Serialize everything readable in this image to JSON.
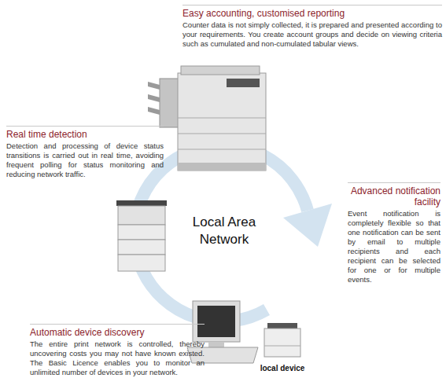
{
  "diagram": {
    "nodes": [
      {
        "text": [
          "Easy accounting, customised reporting",
          "Counter data is not simply collected, it is prepared and presented according to your requirements. You create account groups and decide on viewing criteria such as cumulated and non-cumulated tabular views."
        ]
      },
      {
        "text": [
          "Real time detection",
          "Detection and processing of device status transitions is carried out in real time, avoiding frequent polling for status monitoring and reducing network traffic."
        ]
      },
      {
        "text": [
          "Advanced notification facility",
          "Event notification is completely flexible so that one notification can be sent by email to multiple recipients and each recipient can be selected for one or for multiple events."
        ]
      },
      {
        "text": [
          "Automatic device discovery",
          "The entire print network is controlled, thereby uncovering costs you may not have known existed. The Basic Licence enables you to monitor an unlimited number of devices in your network."
        ]
      }
    ],
    "labels": [
      "Local Area Network",
      "local device"
    ]
  }
}
